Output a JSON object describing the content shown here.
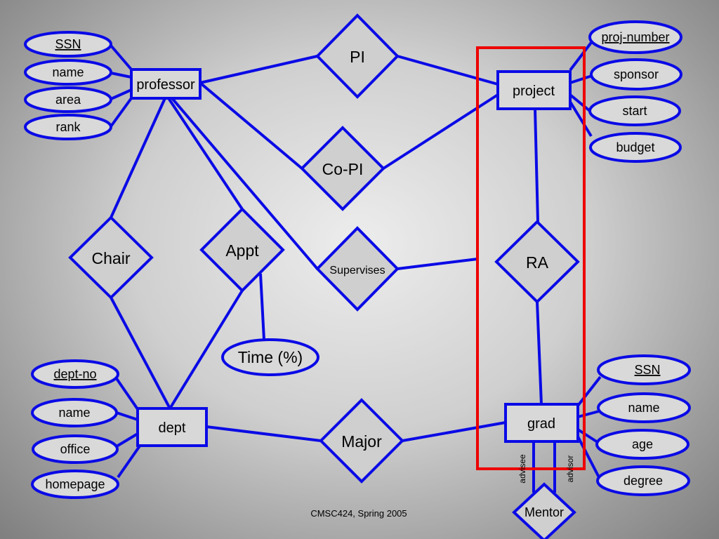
{
  "entities": {
    "professor": "professor",
    "project": "project",
    "dept": "dept",
    "grad": "grad"
  },
  "relationships": {
    "pi": "PI",
    "copi": "Co-PI",
    "chair": "Chair",
    "appt": "Appt",
    "supervises": "Supervises",
    "ra": "RA",
    "major": "Major",
    "mentor": "Mentor"
  },
  "attributes": {
    "professor": {
      "ssn": "SSN",
      "name": "name",
      "area": "area",
      "rank": "rank"
    },
    "project": {
      "proj_number": "proj-number",
      "sponsor": "sponsor",
      "start": "start",
      "budget": "budget"
    },
    "appt": {
      "time": "Time (%)"
    },
    "dept": {
      "dept_no": "dept-no",
      "name": "name",
      "office": "office",
      "homepage": "homepage"
    },
    "grad": {
      "ssn": "SSN",
      "name": "name",
      "age": "age",
      "degree": "degree"
    }
  },
  "roles": {
    "advisee": "advisee",
    "advisor": "advisor"
  },
  "footer": "CMSC424, Spring 2005",
  "colors": {
    "line": "#0a0ae6",
    "highlight": "#ee0000"
  }
}
